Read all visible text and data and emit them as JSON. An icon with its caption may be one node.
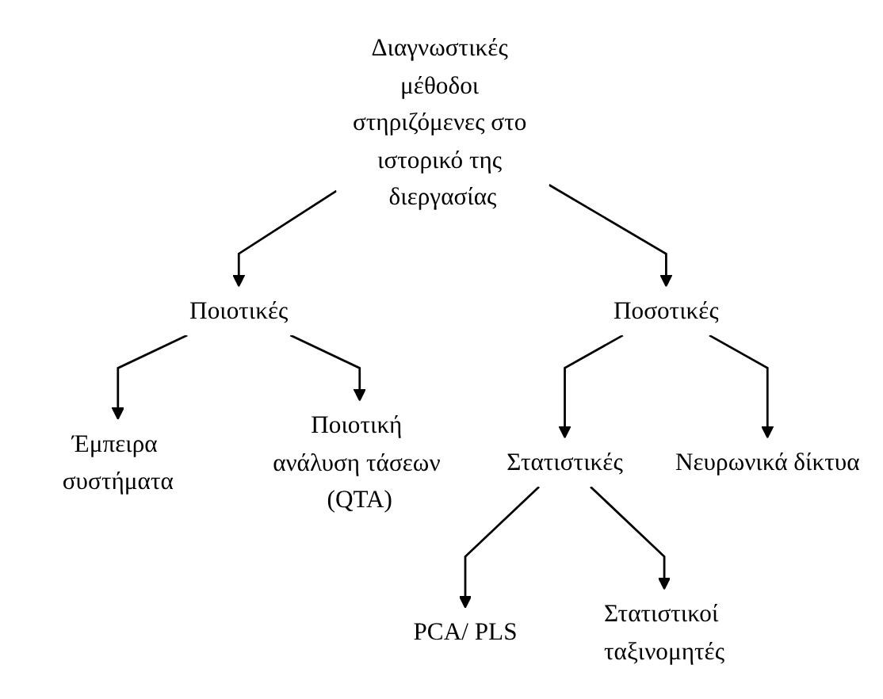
{
  "diagram": {
    "nodes": [
      {
        "text": [
          "Διαγνωστικές μέθοδοι στηριζόμενες στο ιστορικό της διεργασίας"
        ]
      },
      {
        "text": [
          "Ποιοτικές"
        ]
      },
      {
        "text": [
          "Ποσοτικές"
        ]
      },
      {
        "text": [
          "Έμπειρα συστήματα"
        ]
      },
      {
        "text": [
          "Ποιοτική ανάλυση τάσεων (QTA)"
        ]
      },
      {
        "text": [
          "Στατιστικές"
        ]
      },
      {
        "text": [
          "Νευρωνικά δίκτυα"
        ]
      },
      {
        "text": [
          "PCA/ PLS"
        ]
      },
      {
        "text": [
          "Στατιστικοί ταξινομητές"
        ]
      }
    ],
    "edges": [
      {
        "from": 0,
        "to": 1,
        "arrow": "to"
      },
      {
        "from": 0,
        "to": 2,
        "arrow": "to"
      },
      {
        "from": 1,
        "to": 3,
        "arrow": "to"
      },
      {
        "from": 1,
        "to": 4,
        "arrow": "to"
      },
      {
        "from": 2,
        "to": 5,
        "arrow": "to"
      },
      {
        "from": 2,
        "to": 6,
        "arrow": "to"
      },
      {
        "from": 5,
        "to": 7,
        "arrow": "to"
      },
      {
        "from": 5,
        "to": 8,
        "arrow": "to"
      }
    ]
  }
}
